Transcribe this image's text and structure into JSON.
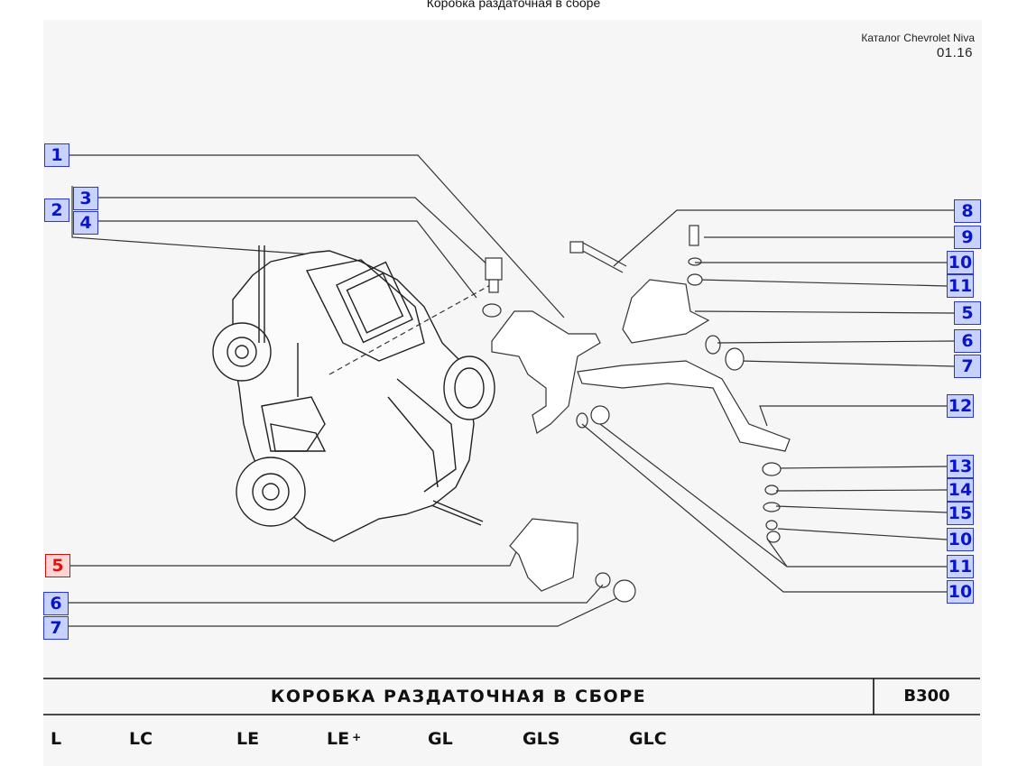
{
  "window": {
    "title": "Коробка раздаточная в сборе"
  },
  "header": {
    "catalog": "Каталог Chevrolet Niva",
    "page": "01.16"
  },
  "callouts": [
    {
      "label": "1",
      "selected": false
    },
    {
      "label": "2",
      "selected": false
    },
    {
      "label": "3",
      "selected": false
    },
    {
      "label": "4",
      "selected": false
    },
    {
      "label": "5",
      "selected": true
    },
    {
      "label": "6",
      "selected": false
    },
    {
      "label": "7",
      "selected": false
    },
    {
      "label": "8",
      "selected": false
    },
    {
      "label": "9",
      "selected": false
    },
    {
      "label": "10",
      "selected": false
    },
    {
      "label": "11",
      "selected": false
    },
    {
      "label": "5",
      "selected": false
    },
    {
      "label": "6",
      "selected": false
    },
    {
      "label": "7",
      "selected": false
    },
    {
      "label": "12",
      "selected": false
    },
    {
      "label": "13",
      "selected": false
    },
    {
      "label": "14",
      "selected": false
    },
    {
      "label": "15",
      "selected": false
    },
    {
      "label": "10",
      "selected": false
    },
    {
      "label": "11",
      "selected": false
    },
    {
      "label": "10",
      "selected": false
    }
  ],
  "footer": {
    "title": "КОРОБКА  РАЗДАТОЧНАЯ  В  СБОРЕ",
    "code": "B300",
    "models": [
      "L",
      "LC",
      "LE",
      "LE",
      "GL",
      "GLS",
      "GLC"
    ],
    "le_plus_mark": "+"
  },
  "colors": {
    "callout_bg": "#c8d2ff",
    "callout_text": "#0a14c8",
    "selected_bg": "#ffd4d4",
    "selected_text": "#e01010"
  }
}
